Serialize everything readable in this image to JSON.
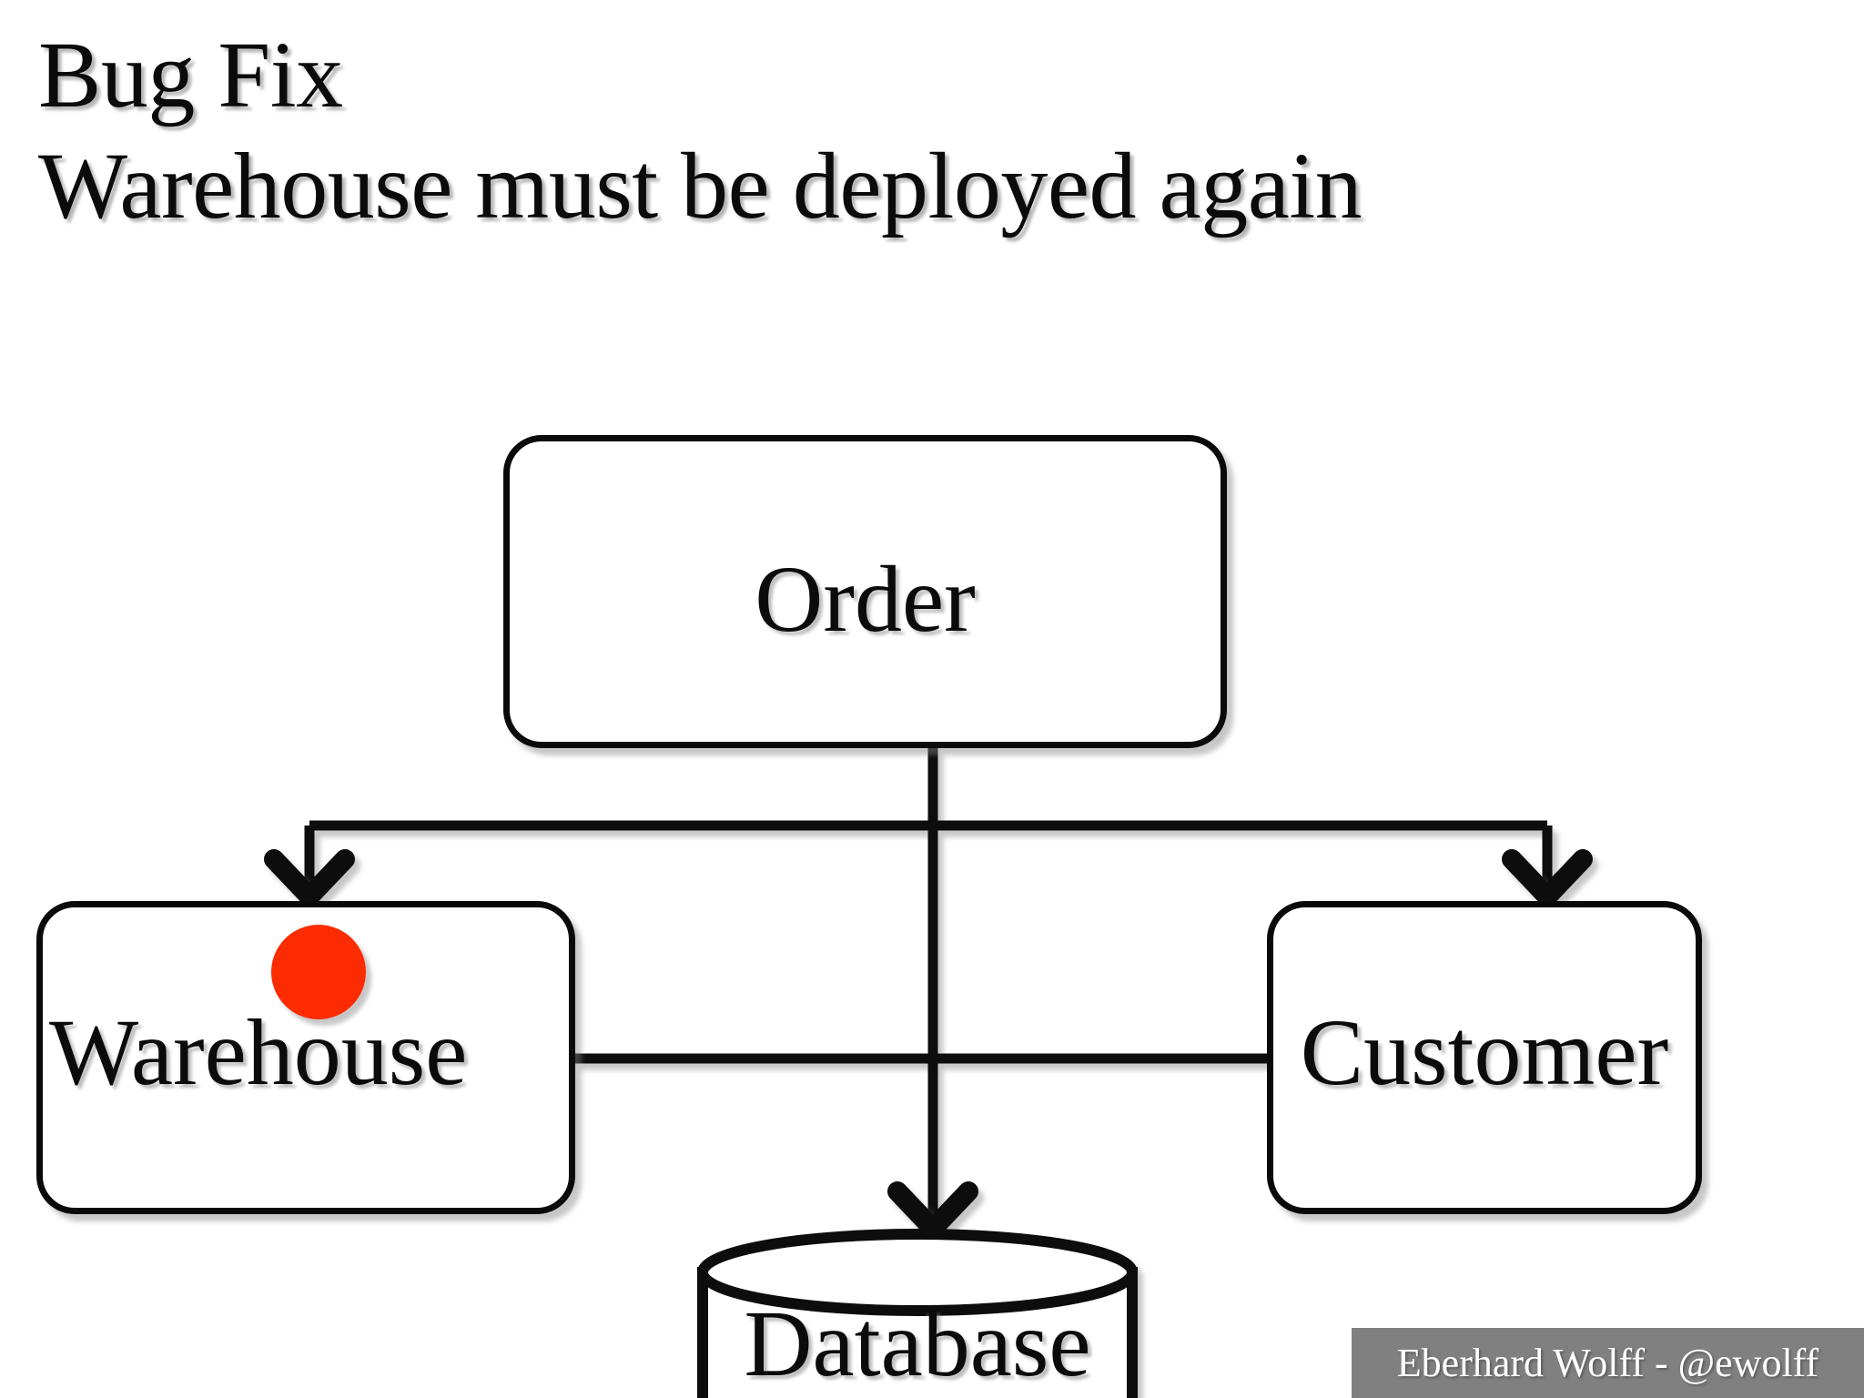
{
  "slide": {
    "title_lines": [
      "Bug Fix",
      "Warehouse must be deployed again"
    ],
    "background_color": "#ffffff"
  },
  "diagram": {
    "type": "architecture-dependency-diagram",
    "nodes": [
      {
        "id": "order",
        "label": "Order",
        "shape": "rounded-rectangle"
      },
      {
        "id": "warehouse",
        "label": "Warehouse",
        "shape": "rounded-rectangle",
        "status_dot_color": "#fc2b00"
      },
      {
        "id": "customer",
        "label": "Customer",
        "shape": "rounded-rectangle"
      },
      {
        "id": "database",
        "label": "Database",
        "shape": "cylinder"
      }
    ],
    "edges": [
      {
        "from": "order",
        "to": "warehouse",
        "arrow": true
      },
      {
        "from": "order",
        "to": "customer",
        "arrow": true
      },
      {
        "from": "order",
        "to": "database",
        "arrow": true
      },
      {
        "from": "warehouse",
        "to": "customer",
        "arrow": false
      }
    ],
    "stroke_color": "#0a0a0a"
  },
  "footer": {
    "text": "Eberhard Wolff - @ewolff",
    "band_color": "#808080",
    "text_color": "#ffffff"
  }
}
